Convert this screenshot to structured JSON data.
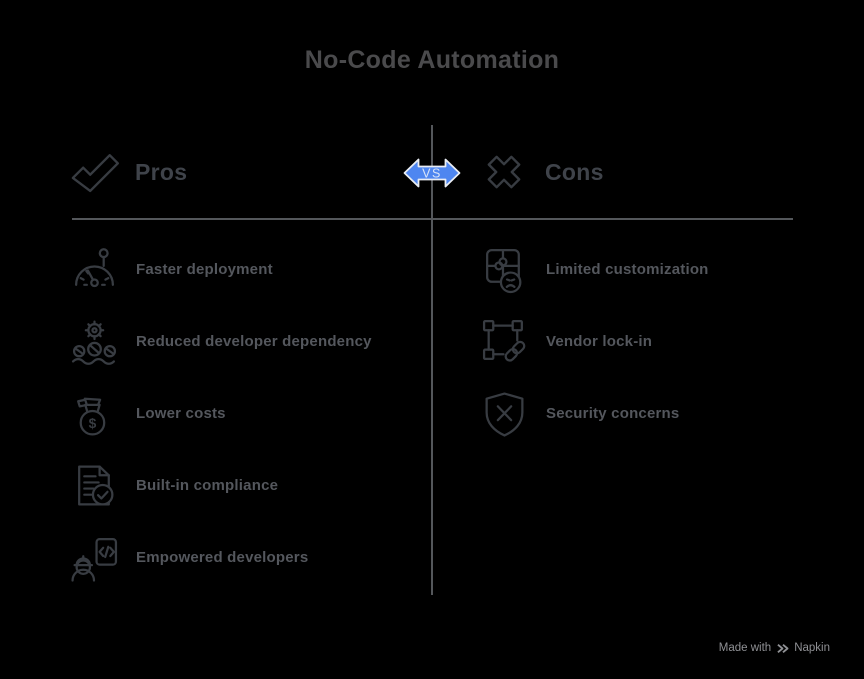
{
  "title": "No-Code Automation",
  "vs_badge": {
    "label": "VS",
    "color": "#4e86f0"
  },
  "columns": {
    "pros": {
      "header": {
        "label": "Pros",
        "icon": "check-icon"
      },
      "items": [
        {
          "icon": "speedometer-icon",
          "label": "Faster deployment"
        },
        {
          "icon": "gear-team-icon",
          "label": "Reduced developer dependency"
        },
        {
          "icon": "money-bag-icon",
          "label": "Lower costs"
        },
        {
          "icon": "document-check-icon",
          "label": "Built-in compliance"
        },
        {
          "icon": "developer-code-icon",
          "label": "Empowered developers"
        }
      ]
    },
    "cons": {
      "header": {
        "label": "Cons",
        "icon": "cross-icon"
      },
      "items": [
        {
          "icon": "puzzle-face-icon",
          "label": "Limited customization"
        },
        {
          "icon": "frame-link-icon",
          "label": "Vendor lock-in"
        },
        {
          "icon": "shield-x-icon",
          "label": "Security concerns"
        }
      ]
    }
  },
  "footer": {
    "made_with": "Made with",
    "brand": "Napkin",
    "logo_icon": "napkin-logo-icon"
  },
  "colors": {
    "background": "#000000",
    "accent_blue": "#4e86f0",
    "icon_stroke": "#383c42",
    "divider": "#54575b",
    "title_text": "#4a4a4c",
    "item_text": "#54575d"
  }
}
